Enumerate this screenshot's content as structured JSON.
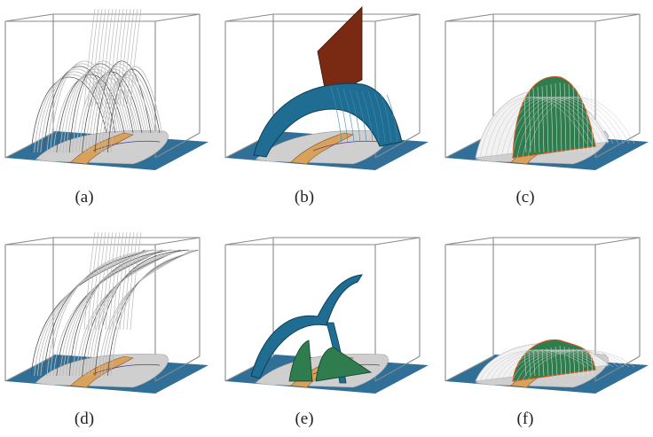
{
  "figure": {
    "panels": [
      {
        "id": "a",
        "caption": "(a)",
        "content": "field-lines"
      },
      {
        "id": "b",
        "caption": "(b)",
        "content": "separatrix-surfaces"
      },
      {
        "id": "c",
        "caption": "(c)",
        "content": "combined-structure"
      },
      {
        "id": "d",
        "caption": "(d)",
        "content": "field-lines"
      },
      {
        "id": "e",
        "caption": "(e)",
        "content": "separatrix-surfaces"
      },
      {
        "id": "f",
        "caption": "(f)",
        "content": "combined-structure"
      }
    ],
    "colors": {
      "box_edge": "#8a8a8a",
      "floor": "#2f6f98",
      "floor_patch": "#cfcfcf",
      "patch_orange": "#d9a25c",
      "field_line": "#b9b9b9",
      "surface_blue": "#1f6d93",
      "surface_blue_dark": "#0f3e57",
      "surface_red": "#7a2a12",
      "surface_green": "#2f7d4e",
      "separator_orange": "#c85a20"
    }
  }
}
